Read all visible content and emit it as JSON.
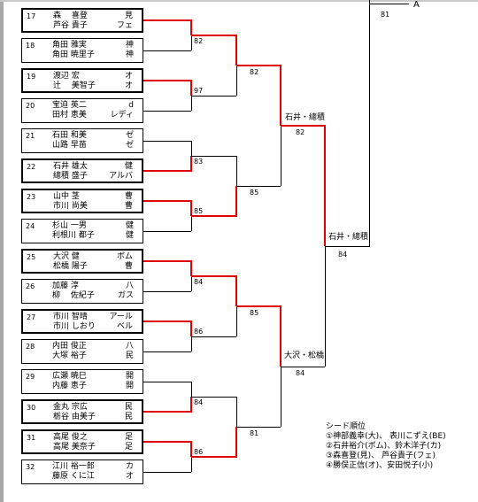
{
  "entries": [
    {
      "seed": "17",
      "p1": "森　 喜登",
      "c1": "見",
      "p2": "芦谷 貴子",
      "c2": "フェ"
    },
    {
      "seed": "18",
      "p1": "角田 雅実",
      "c1": "神",
      "p2": "角田 暁里子",
      "c2": "神"
    },
    {
      "seed": "19",
      "p1": "渡辺 宏",
      "c1": "オ",
      "p2": "辻　 美智子",
      "c2": "オ"
    },
    {
      "seed": "20",
      "p1": "宝迫 英二",
      "c1": "d",
      "p2": "田村 恵美",
      "c2": "レディ"
    },
    {
      "seed": "21",
      "p1": "石田 和美",
      "c1": "ゼ",
      "p2": "山路 早苗",
      "c2": "ゼ"
    },
    {
      "seed": "22",
      "p1": "石井 雄太",
      "c1": "健",
      "p2": "總積 盛子",
      "c2": "アルバ"
    },
    {
      "seed": "23",
      "p1": "山中 茎",
      "c1": "曹",
      "p2": "市川 尚美",
      "c2": "曹"
    },
    {
      "seed": "24",
      "p1": "杉山 一男",
      "c1": "健",
      "p2": "利根川 都子",
      "c2": "健"
    },
    {
      "seed": "25",
      "p1": "大沢 健",
      "c1": "ボム",
      "p2": "松橋 陽子",
      "c2": "曹"
    },
    {
      "seed": "26",
      "p1": "加藤 淳",
      "c1": "八",
      "p2": "柳　 佐紀子",
      "c2": "ガス"
    },
    {
      "seed": "27",
      "p1": "市川 智晴",
      "c1": "アール",
      "p2": "市川 しおり",
      "c2": "ベル"
    },
    {
      "seed": "28",
      "p1": "内田 俊正",
      "c1": "八",
      "p2": "大塚 裕子",
      "c2": "民"
    },
    {
      "seed": "29",
      "p1": "広瀬 暁巳",
      "c1": "開",
      "p2": "内藤 恵子",
      "c2": "開"
    },
    {
      "seed": "30",
      "p1": "金丸 宗広",
      "c1": "民",
      "p2": "栃谷 由美子",
      "c2": "民"
    },
    {
      "seed": "31",
      "p1": "高尾 俊之",
      "c1": "足",
      "p2": "高尾 美奈子",
      "c2": "足"
    },
    {
      "seed": "32",
      "p1": "江川 裕一郎",
      "c1": "カ",
      "p2": "藤原 くに江",
      "c2": "オ"
    }
  ],
  "scores": {
    "r1": [
      "82",
      "97",
      "83",
      "85",
      "84",
      "86",
      "84",
      "86"
    ],
    "r2": [
      "82",
      "85",
      "85",
      "81"
    ],
    "r3": [
      "82",
      "84"
    ],
    "r4": "84",
    "top": "81"
  },
  "labels": {
    "semi_top": "石井・總積",
    "semi_bottom": "大沢・松橋",
    "final_winner": "石井・總積",
    "final_letter": "A"
  },
  "legend": {
    "title": "シード順位",
    "lines": [
      "①神部義幸(大)、 表川こずえ(BE)",
      "②石井裕介(ボム)、鈴木洋子(カ)",
      "③森喜登(見)、 芦谷貴子(フェ)",
      "④勝俣正信(オ)、安田悦子(小)"
    ]
  },
  "colors": {
    "winner_line": "#e00000",
    "line": "#000000"
  }
}
